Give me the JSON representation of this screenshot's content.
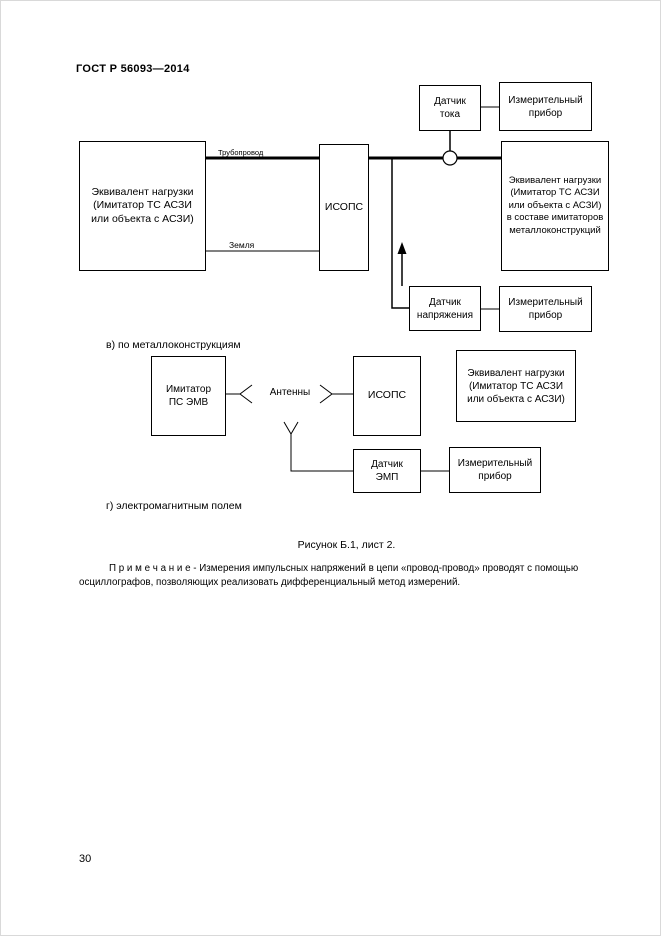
{
  "page": {
    "header": "ГОСТ Р 56093—2014",
    "caption": "Рисунок Б.1, лист 2.",
    "note": "П р и м е ч а н и е  - Измерения импульсных напряжений в цепи «провод-провод» проводят с помощью осциллографов, позволяющих реализовать дифференциальный метод измерений.",
    "page_number": "30"
  },
  "diagram_v": {
    "section_label": "в) по металлоконструкциям",
    "boxes": {
      "current_sensor": [
        "Датчик",
        "тока"
      ],
      "meter_top": [
        "Измерительный",
        "прибор"
      ],
      "load_left": [
        "Эквивалент нагрузки",
        "(Имитатор ТС АСЗИ",
        "или объекта с АСЗИ)"
      ],
      "isops": "ИСОПС",
      "load_right": [
        "Эквивалент нагрузки",
        "(Имитатор ТС АСЗИ",
        "или объекта с АСЗИ)",
        "в составе имитаторов",
        "металлоконструкций"
      ],
      "voltage_sensor": [
        "Датчик",
        "напряжения"
      ],
      "meter_bottom": [
        "Измерительный",
        "прибор"
      ]
    },
    "wire_labels": {
      "pipeline": "Трубопровод",
      "ground": "Земля"
    }
  },
  "diagram_g": {
    "section_label": "г) электромагнитным полем",
    "boxes": {
      "imitator": [
        "Имитатор",
        "ПС ЭМВ"
      ],
      "isops": "ИСОПС",
      "load": [
        "Эквивалент нагрузки",
        "(Имитатор ТС АСЗИ",
        "или объекта с АСЗИ)"
      ],
      "emf_sensor": [
        "Датчик",
        "ЭМП"
      ],
      "meter": [
        "Измерительный",
        "прибор"
      ]
    },
    "wire_labels": {
      "antennas": "Антенны"
    }
  }
}
